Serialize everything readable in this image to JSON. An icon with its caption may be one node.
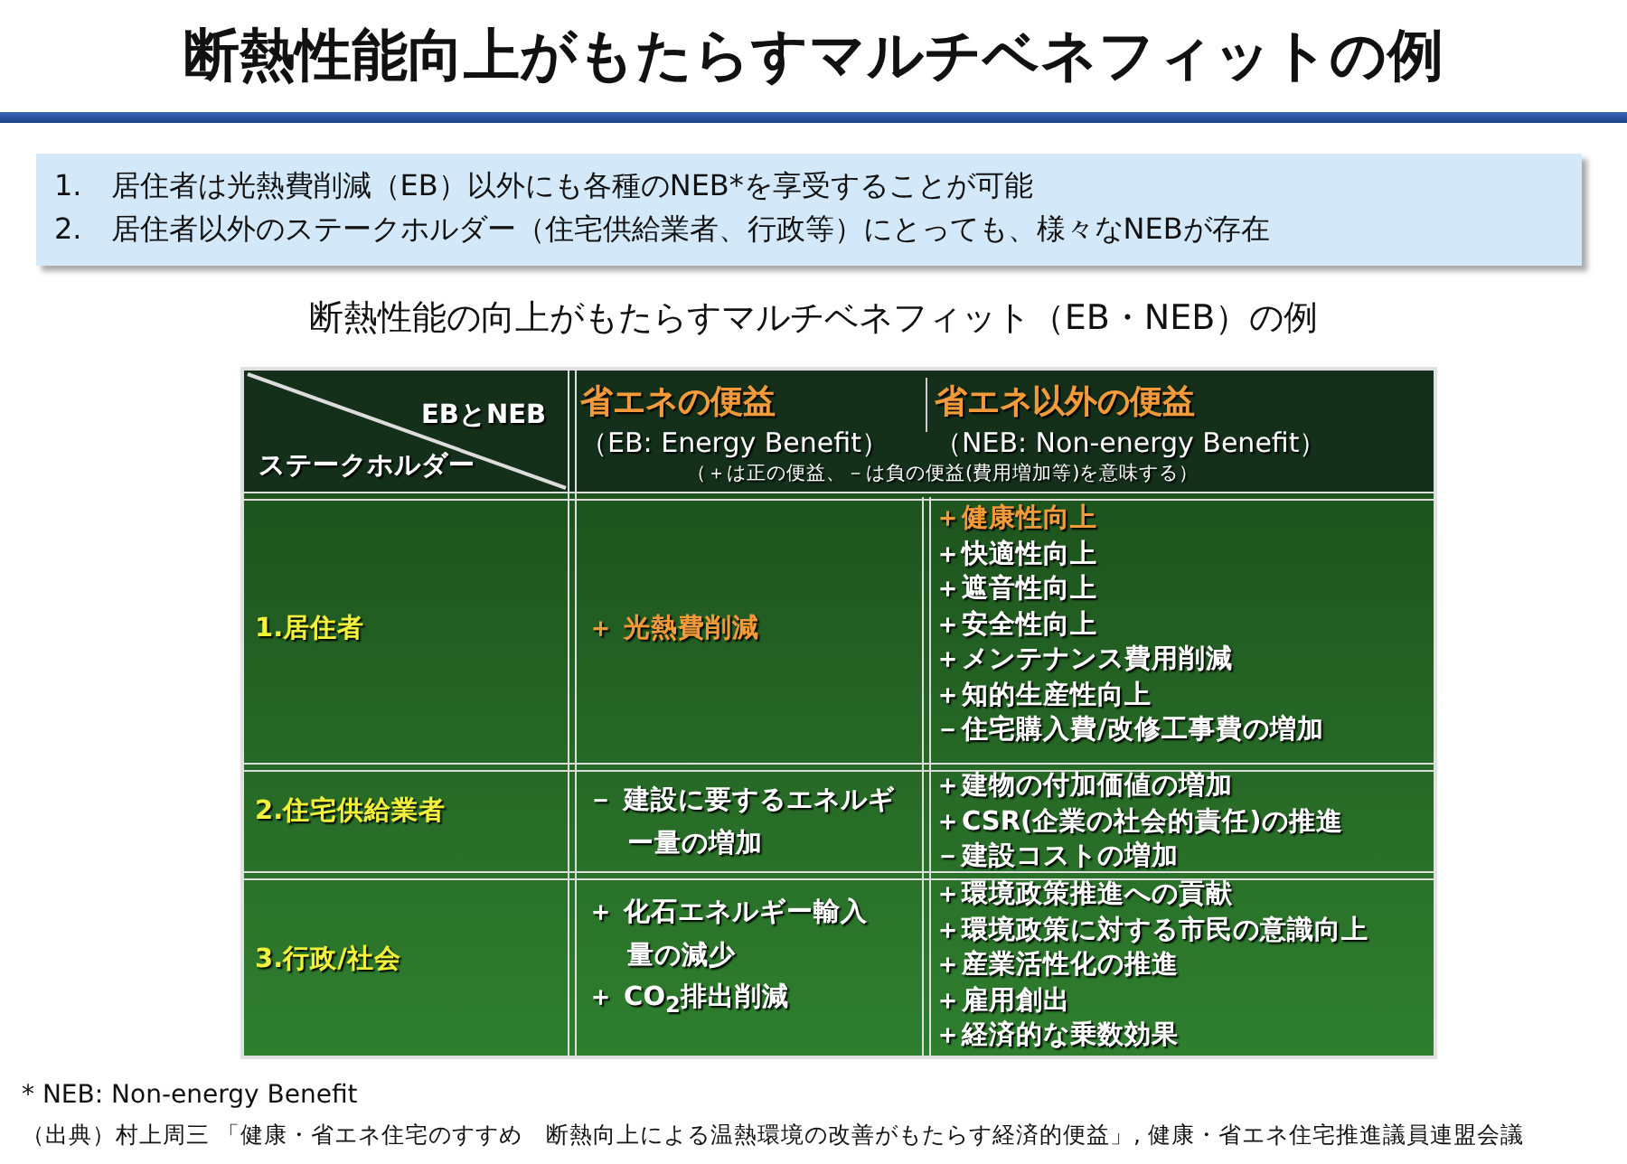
{
  "diagram": {
    "title": "断熱性能向上がもたらすマルチベネフィットの例",
    "nodes": [
      {
        "text": [
          "1.　居住者は光熱費削減（EB）以外にも各種のNEB*を享受することが可能",
          "2.　居住者以外のステークホルダー（住宅供給業者、行政等）にとっても、様々なNEBが存在"
        ]
      }
    ],
    "labels": [
      "断熱性能の向上がもたらすマルチベネフィット（EB・NEB）の例",
      "EBとNEB",
      "ステークホルダー",
      "省エネの便益",
      "（EB: Energy Benefit）",
      "省エネ以外の便益",
      "（NEB: Non-energy Benefit）",
      "（＋は正の便益、－は負の便益(費用増加等)を意味する）",
      "1.居住者",
      "＋ 光熱費削減",
      "＋健康性向上",
      "＋快適性向上",
      "＋遮音性向上",
      "＋安全性向上",
      "＋メンテナンス費用削減",
      "＋知的生産性向上",
      "－住宅購入費/改修工事費の増加",
      "2.住宅供給業者",
      "－ 建設に要するエネルギー量の増加",
      "＋建物の付加価値の増加",
      "＋CSR(企業の社会的責任)の推進",
      "－建設コストの増加",
      "3.行政/社会",
      "＋ 化石エネルギー輸入量の減少",
      "＋ CO$_{2}$排出削減",
      "＋環境政策推進への貢献",
      "＋環境政策に対する市民の意識向上",
      "＋産業活性化の推進",
      "＋雇用創出",
      "＋経済的な乗数効果",
      "* NEB: Non-energy Benefit",
      "（出典）村上周三 「健康・省エネ住宅のすすめ　断熱向上による温熱環境の改善がもたらす経済的便益」, 健康・省エネ住宅推進議員連盟会議"
    ]
  }
}
